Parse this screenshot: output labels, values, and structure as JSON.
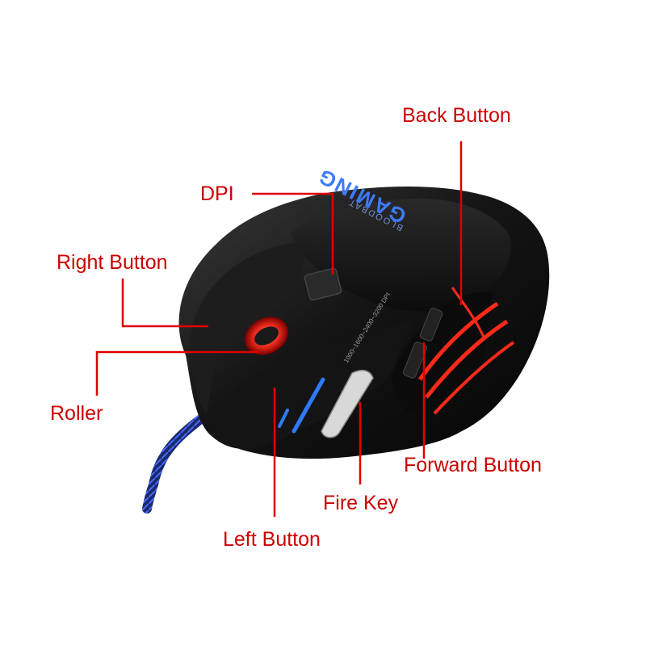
{
  "colors": {
    "label_text": "#cc0000",
    "leader_line": "#e00000",
    "mouse_body": "#111111",
    "led_red": "#ff2a1a",
    "led_blue": "#2f7bff",
    "background": "#ffffff"
  },
  "mouse": {
    "brand_text": "GAMING",
    "sub_brand_text": "BLOODBAT",
    "dpi_scale_text": "1000~1600~2400~3200 DPI"
  },
  "labels": {
    "back_button": "Back Button",
    "dpi": "DPI",
    "right_button": "Right Button",
    "roller": "Roller",
    "forward_button": "Forward Button",
    "fire_key": "Fire Key",
    "left_button": "Left Button"
  }
}
